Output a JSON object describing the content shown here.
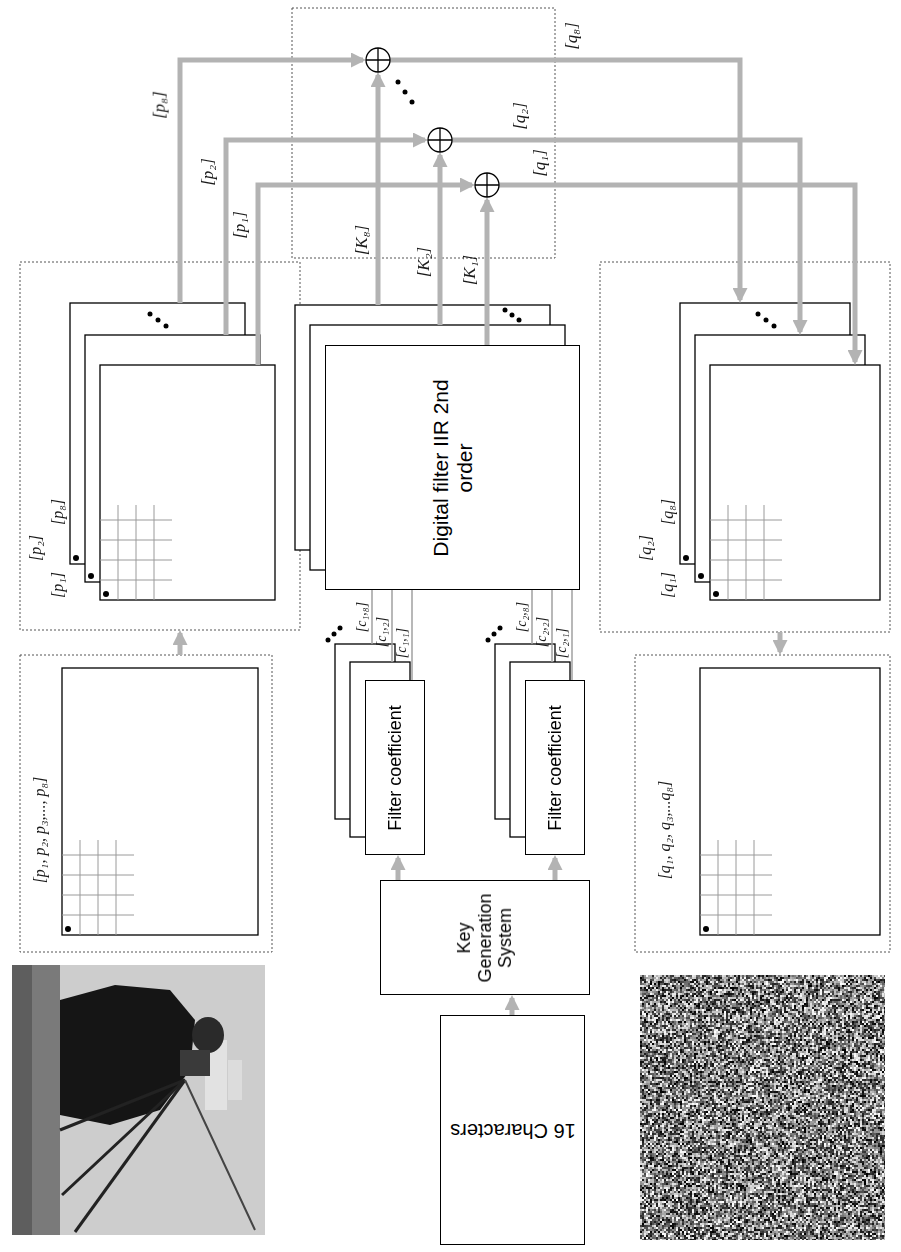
{
  "diagram": {
    "nodes": [
      {
        "text": [
          "16 Characters"
        ]
      },
      {
        "text": [
          "Key Generation System"
        ]
      },
      {
        "text": [
          "Filter coefficient"
        ]
      },
      {
        "text": [
          "Filter coefficient"
        ]
      },
      {
        "text": [
          "Digital filter IIR 2nd order"
        ]
      }
    ],
    "edges": [
      {
        "from": 0,
        "to": 1,
        "arrow": "to"
      },
      {
        "from": 1,
        "to": 2,
        "arrow": "to"
      },
      {
        "from": 1,
        "to": 3,
        "arrow": "to"
      },
      {
        "from": 2,
        "to": 4,
        "arrow": "none",
        "label": "[c₁,₁]"
      },
      {
        "from": 3,
        "to": 4,
        "arrow": "none",
        "label": "[c₂,₁]"
      }
    ],
    "labels": [
      "[p₁, p₂, p₃,..., p₈]",
      "[p₁]",
      "[p₂]",
      "[p₈]",
      "[p₁]",
      "[p₂]",
      "[p₈]",
      "[K₁]",
      "[K₂]",
      "[K₈]",
      "[q₁]",
      "[q₂]",
      "[q₈]",
      "[q₁]",
      "[q₂]",
      "[q₈]",
      "[q₁, q₂, q₃,...q₈]",
      "[c₁,₈]",
      "[c₁,₂]",
      "[c₂,₈]",
      "[c₂,₂]"
    ]
  }
}
